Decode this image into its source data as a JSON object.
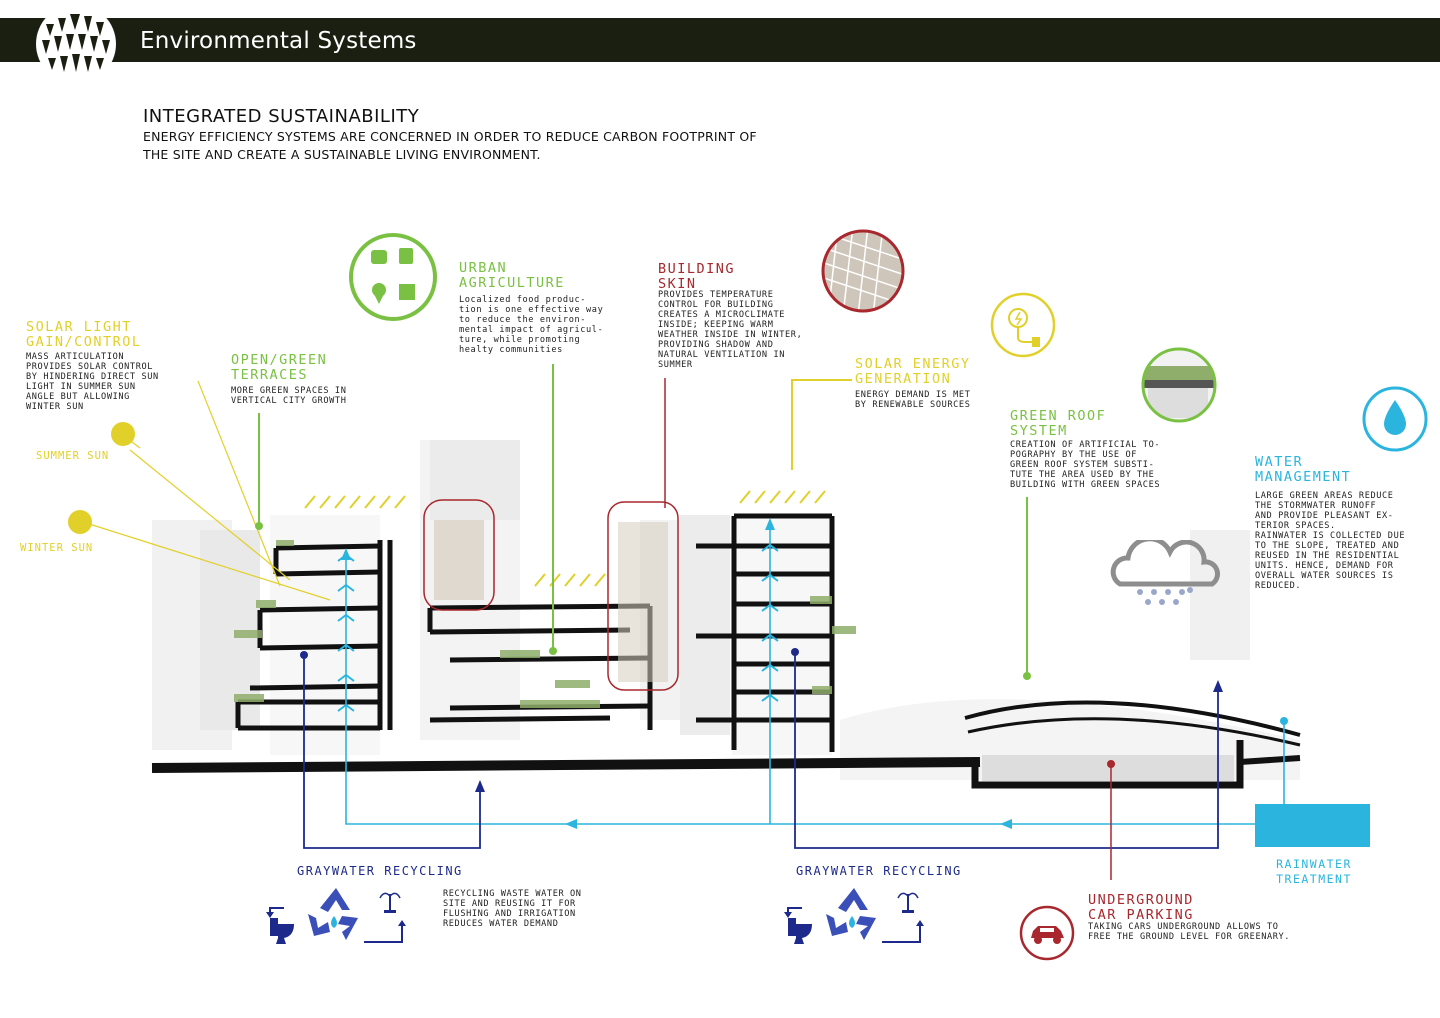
{
  "header": {
    "title": "Environmental Systems"
  },
  "intro": {
    "title": "INTEGRATED SUSTAINABILITY",
    "subtitle": "ENERGY EFFICIENCY SYSTEMS ARE CONCERNED IN ORDER TO REDUCE CARBON FOOTPRINT OF THE SITE AND CREATE A SUSTAINABLE LIVING ENVIRONMENT."
  },
  "solar_light": {
    "title": "SOLAR LIGHT\nGAIN/CONTROL",
    "body": "MASS ARTICULATION\nPROVIDES SOLAR CONTROL\nBY HINDERING DIRECT SUN\nLIGHT IN SUMMER SUN\nANGLE BUT ALLOWING\nWINTER SUN",
    "summer_label": "SUMMER SUN",
    "winter_label": "WINTER SUN"
  },
  "open_green": {
    "title": "OPEN/GREEN\nTERRACES",
    "body": "MORE GREEN SPACES IN\nVERTICAL CITY GROWTH"
  },
  "urban_agriculture": {
    "title": "URBAN\nAGRICULTURE",
    "body": "Localized food produc-\ntion is one effective way\nto reduce the environ-\nmental impact of agricul-\nture, while promoting\nhealty communities"
  },
  "building_skin": {
    "title": "BUILDING\nSKIN",
    "body": "PROVIDES TEMPERATURE\nCONTROL FOR BUILDING\nCREATES A MICROCLIMATE\nINSIDE; KEEPING WARM\nWEATHER INSIDE IN WINTER,\nPROVIDING SHADOW AND\nNATURAL VENTILATION IN\nSUMMER"
  },
  "solar_energy": {
    "title": "SOLAR ENERGY\nGENERATION",
    "body": "ENERGY DEMAND IS MET\nBY RENEWABLE SOURCES"
  },
  "green_roof": {
    "title": "GREEN ROOF\nSYSTEM",
    "body": "CREATION OF ARTIFICIAL TO-\nPOGRAPHY BY THE USE OF\nGREEN ROOF SYSTEM SUBSTI-\nTUTE THE AREA USED BY THE\nBUILDING WITH GREEN SPACES"
  },
  "water": {
    "title": "WATER\nMANAGEMENT",
    "body": "LARGE GREEN AREAS REDUCE\nTHE STORMWATER RUNOFF\nAND PROVIDE PLEASANT EX-\nTERIOR SPACES.\nRAINWATER IS COLLECTED DUE\nTO THE SLOPE, TREATED AND\nREUSED IN THE RESIDENTIAL\nUNITS. HENCE, DEMAND FOR\nOVERALL WATER SOURCES IS\nREDUCED."
  },
  "rainwater": {
    "label": "RAINWATER\nTREATMENT"
  },
  "graywater_left": {
    "title": "GRAYWATER RECYCLING",
    "body": "RECYCLING WASTE WATER ON\nSITE AND REUSING IT FOR\nFLUSHING AND IRRIGATION\nREDUCES WATER DEMAND"
  },
  "graywater_right": {
    "title": "GRAYWATER RECYCLING"
  },
  "parking": {
    "title": "UNDERGROUND\nCAR PARKING",
    "body": "TAKING CARS UNDERGROUND ALLOWS TO\nFREE THE GROUND LEVEL FOR GREENARY."
  },
  "colors": {
    "yellow": "#e2d02a",
    "green": "#7ac143",
    "red": "#a8282e",
    "cyan": "#2bb5de",
    "navy": "#1d2a8c",
    "header": "#1b1f12"
  },
  "icons": [
    "logo-emblem",
    "sun-icon",
    "urban-agriculture-icon",
    "building-skin-icon",
    "solar-plug-icon",
    "green-roof-icon",
    "water-drop-icon",
    "rain-cloud-icon",
    "toilet-icon",
    "recycle-icon",
    "fountain-icon",
    "car-icon"
  ]
}
